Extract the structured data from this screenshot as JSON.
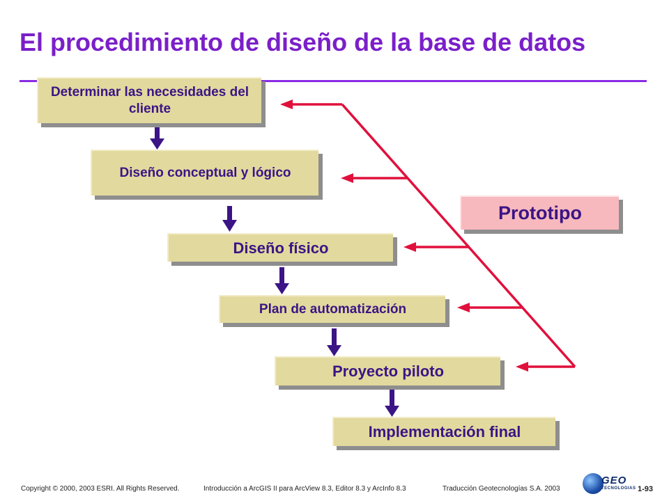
{
  "title": "El procedimiento de diseño de la base de datos",
  "steps": [
    {
      "label": "Determinar las necesidades del cliente"
    },
    {
      "label": "Diseño conceptual y lógico"
    },
    {
      "label": "Diseño físico"
    },
    {
      "label": "Plan de automatización"
    },
    {
      "label": "Proyecto piloto"
    },
    {
      "label": "Implementación final"
    }
  ],
  "feedback": {
    "label": "Prototipo"
  },
  "footer": {
    "copyright": "Copyright © 2000, 2003 ESRI.  All Rights Reserved.",
    "course": "Introducción a ArcGIS II para ArcView 8.3, Editor 8.3 y ArcInfo 8.3",
    "translation": "Traducción Geotecnologías S.A.  2003",
    "page": "1-93"
  },
  "logo": {
    "brand": "GEO",
    "sub": "TECNOLOGIAS"
  },
  "colors": {
    "title": "#7a1fc9",
    "box_fill": "#e2d99e",
    "box_text": "#3b1485",
    "down_arrow": "#3b1485",
    "feedback_arrow": "#e0103c",
    "prototype_fill": "#f7b9bd"
  }
}
